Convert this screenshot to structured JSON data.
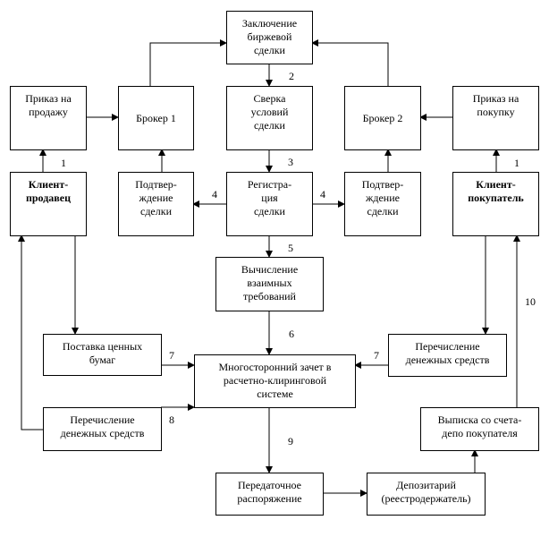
{
  "boxes": {
    "deal_conclusion": "Заключение\nбиржевой\nсделки",
    "sell_order": "Приказ на\nпродажу",
    "broker1": "Брокер 1",
    "terms_check": "Сверка\nусловий\nсделки",
    "broker2": "Брокер 2",
    "buy_order": "Приказ на\nпокупку",
    "client_seller": "Клиент-\nпродавец",
    "confirm1": "Подтвер-\nждение\nсделки",
    "registration": "Регистра-\nция\nсделки",
    "confirm2": "Подтвер-\nждение\nсделки",
    "client_buyer": "Клиент-\nпокупатель",
    "mutual_claims": "Вычисление\nвзаимных\nтребований",
    "securities_delivery": "Поставка ценных\nбумаг",
    "multilateral_netting": "Многосторонний зачет в\nрасчетно-клиринговой\nсистеме",
    "funds_transfer_buyer": "Перечисление\nденежных средств",
    "funds_transfer_seller": "Перечисление\nденежных средств",
    "depo_statement": "Выписка со счета-\nдепо покупателя",
    "transfer_order": "Передаточное\nраспоряжение",
    "depository": "Депозитарий\n(реестродержатель)"
  },
  "labels": {
    "step1_left": "1",
    "step1_right": "1",
    "step2": "2",
    "step3": "3",
    "step4_left": "4",
    "step4_right": "4",
    "step5": "5",
    "step6": "6",
    "step7_left": "7",
    "step7_right": "7",
    "step8": "8",
    "step9": "9",
    "step10": "10"
  }
}
